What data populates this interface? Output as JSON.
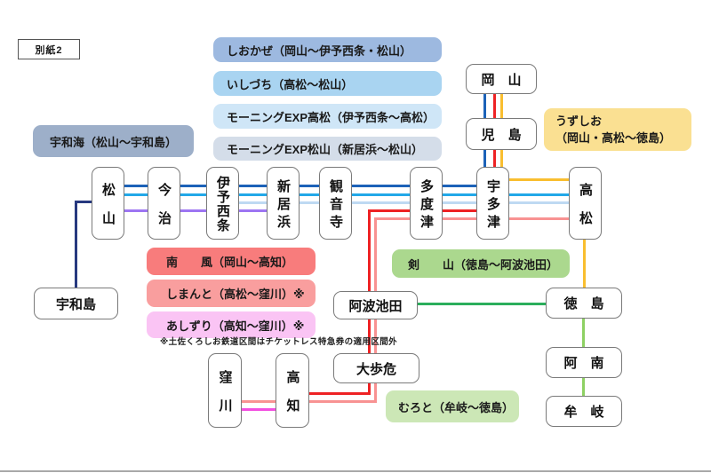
{
  "page_label": "別紙2",
  "note": "※土佐くろしお鉄道区間はチケットレス特急券の適用区間外",
  "legends": {
    "shiokaze": {
      "label": "しおかぜ（岡山～伊予西条・松山）"
    },
    "ishizuchi": {
      "label": "いしづち（高松～松山）"
    },
    "exp_takamatsu": {
      "label": "モーニングEXP高松（伊予西条～高松）"
    },
    "exp_matsuyama": {
      "label": "モーニングEXP松山（新居浜～松山）"
    },
    "uwakai": {
      "label": "宇和海（松山～宇和島）"
    },
    "uzushio": {
      "line1": "うずしお",
      "line2": "（岡山・高松～徳島）"
    },
    "nampu": {
      "label": "南　　風（岡山～高知）"
    },
    "shimanto": {
      "label": "しまんと（高松～窪川）※"
    },
    "ashizuri": {
      "label": "あしずり（高知～窪川）※"
    },
    "tsurugisan": {
      "label": "剣　　山（徳島～阿波池田）"
    },
    "muroto": {
      "label": "むろと（牟岐～徳島）"
    }
  },
  "stations": {
    "matsuyama": "松山",
    "imabari": "今治",
    "iyosaijo": "伊予西条",
    "niihama": "新居浜",
    "kanonji": "観音寺",
    "tadotsu": "多度津",
    "utazu": "宇多津",
    "takamatsu": "高松",
    "okayama": "岡　山",
    "kojima": "児　島",
    "uwajima": "宇和島",
    "awaikeda": "阿波池田",
    "oboke": "大歩危",
    "kubokawa": "窪川",
    "kochi": "高知",
    "tokushima": "徳　島",
    "anan": "阿　南",
    "mugi": "牟　岐"
  },
  "colors": {
    "line-uwakai": "#27397f",
    "line-shiokaze": "#1c62b8",
    "line-ishizuchi": "#22a8e8",
    "line-exp-takamatsu": "#bed9f2",
    "line-exp-matsuyama": "#9d75f2",
    "line-nampu": "#ee2224",
    "line-shimanto": "#f89292",
    "line-ashizuri": "#f24fe0",
    "line-uzushio": "#f9be2f",
    "line-tsurugisan": "#2bae5c",
    "line-muroto": "#8ed163",
    "box-shiokaze": "#9db9e0",
    "box-ishizuchi": "#a9d4f1",
    "box-exp-takamatsu": "#cfe6f7",
    "box-exp-matsuyama": "#d4dde9",
    "box-uwakai": "#9dafc9",
    "box-uzushio": "#fae092",
    "box-nampu": "#f87c7c",
    "box-shimanto": "#f99e9e",
    "box-ashizuri": "#fac4f4",
    "box-tsurugisan": "#abd88e",
    "box-muroto": "#cce7b6",
    "station-border": "#7a7a7a"
  }
}
